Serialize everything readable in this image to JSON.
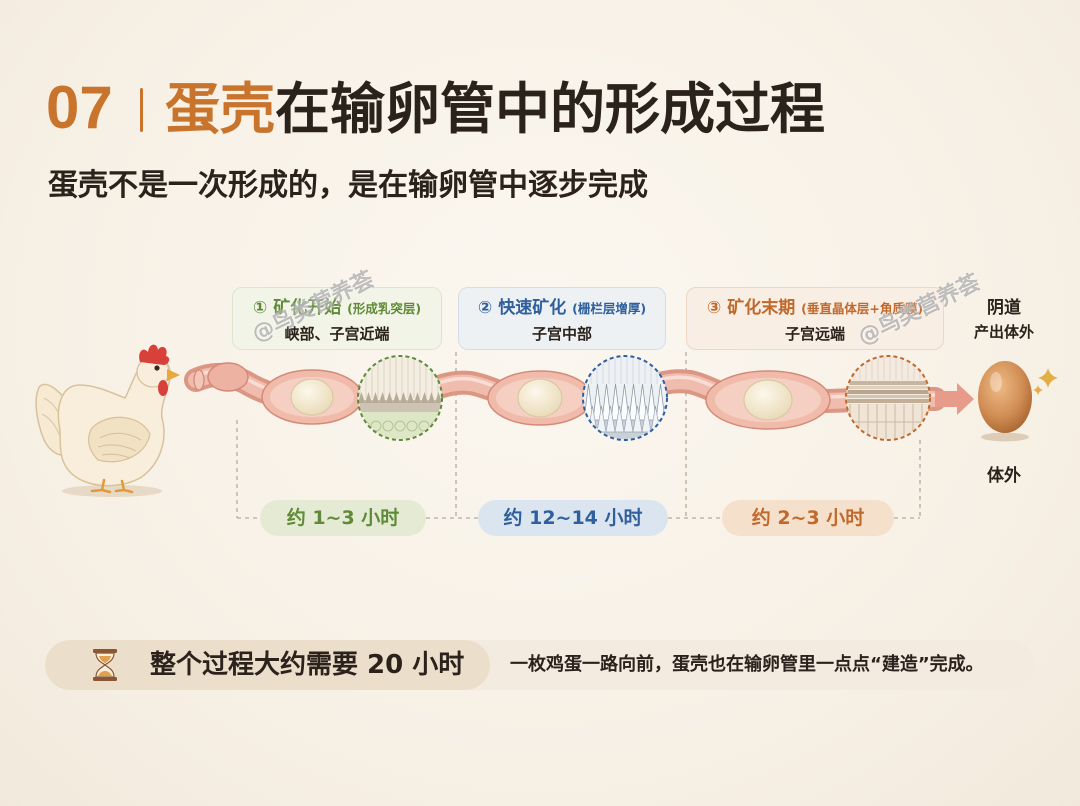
{
  "header": {
    "number": "07",
    "title_highlight": "蛋壳",
    "title_rest": "在输卵管中的形成过程",
    "subtitle": "蛋壳不是一次形成的，是在输卵管中逐步完成"
  },
  "watermark": "@鸟类营养荟",
  "stages": [
    {
      "marker": "①",
      "name": "矿化开始",
      "detail": "(形成乳突层)",
      "location": "峡部、子宫近端",
      "duration": "约 1~3 小时",
      "color": "#5f8a37",
      "pill_bg": "#e4ead3"
    },
    {
      "marker": "②",
      "name": "快速矿化",
      "detail": "(栅栏层增厚)",
      "location": "子宫中部",
      "duration": "约 12~14 小时",
      "color": "#2f5f9c",
      "pill_bg": "#dbe5ef"
    },
    {
      "marker": "③",
      "name": "矿化末期",
      "detail": "(垂直晶体层+角质膜)",
      "location": "子宫远端",
      "duration": "约 2~3 小时",
      "color": "#c0692c",
      "pill_bg": "#f5e0cc"
    }
  ],
  "endpoint": {
    "name": "阴道",
    "action": "产出体外",
    "egg_label": "体外"
  },
  "summary": {
    "headline": "整个过程大约需要 20 小时",
    "note": "一枚鸡蛋一路向前，蛋壳也在输卵管里一点点“建造”完成。"
  },
  "icons": {
    "hen": "hen-illustration",
    "oviduct": "oviduct-tube-illustration",
    "magnifier": "shell-cross-section-magnifier-icon",
    "arrow": "right-arrow-icon",
    "egg": "brown-egg-icon",
    "sparkle": "sparkle-icon",
    "hourglass": "hourglass-icon"
  },
  "colors": {
    "accent": "#c8742c",
    "text_dark": "#2a221b",
    "background": "#f8f2e9",
    "oviduct": "#eeb2a2",
    "egg": "#c9844b"
  }
}
